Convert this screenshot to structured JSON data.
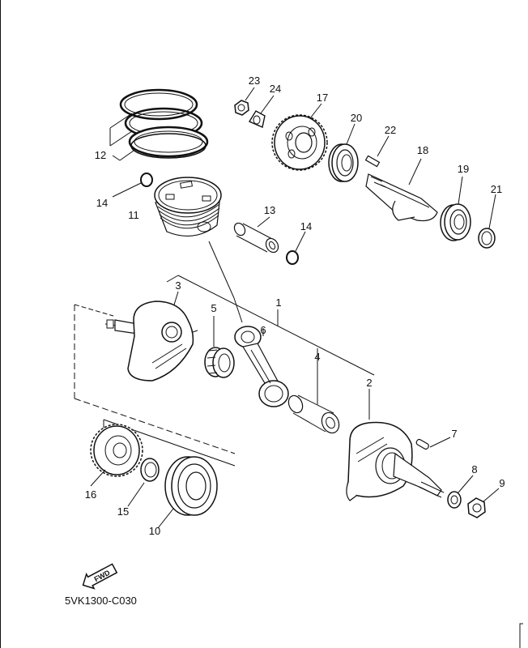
{
  "diagram": {
    "code": "5VK1300-C030",
    "fwd_label": "FWD",
    "callouts": [
      "1",
      "2",
      "3",
      "4",
      "5",
      "6",
      "7",
      "8",
      "9",
      "10",
      "11",
      "12",
      "13",
      "14",
      "14",
      "15",
      "16",
      "17",
      "18",
      "19",
      "20",
      "21",
      "22",
      "23",
      "24"
    ]
  }
}
